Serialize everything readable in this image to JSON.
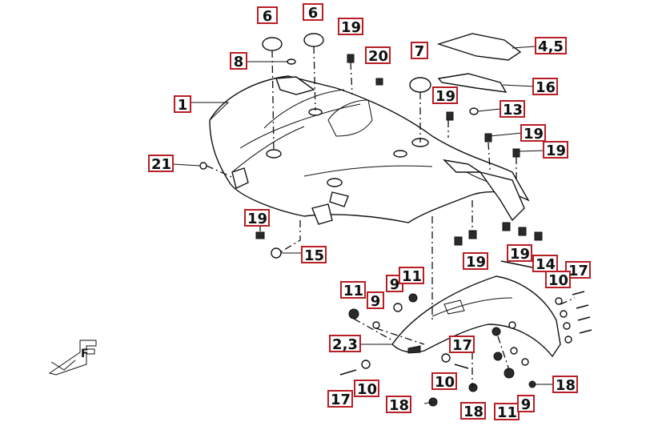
{
  "diagram": {
    "callouts": [
      {
        "id": "c-6a",
        "text": "6"
      },
      {
        "id": "c-6b",
        "text": "6"
      },
      {
        "id": "c-19-top",
        "text": "19"
      },
      {
        "id": "c-20",
        "text": "20"
      },
      {
        "id": "c-8",
        "text": "8"
      },
      {
        "id": "c-7",
        "text": "7"
      },
      {
        "id": "c-45",
        "text": "4,5"
      },
      {
        "id": "c-16",
        "text": "16"
      },
      {
        "id": "c-1",
        "text": "1"
      },
      {
        "id": "c-19-mid",
        "text": "19"
      },
      {
        "id": "c-13",
        "text": "13"
      },
      {
        "id": "c-19-r1",
        "text": "19"
      },
      {
        "id": "c-19-r2",
        "text": "19"
      },
      {
        "id": "c-21",
        "text": "21"
      },
      {
        "id": "c-19-left",
        "text": "19"
      },
      {
        "id": "c-15",
        "text": "15"
      },
      {
        "id": "c-19-low",
        "text": "19"
      },
      {
        "id": "c-19-low2",
        "text": "19"
      },
      {
        "id": "c-14",
        "text": "14"
      },
      {
        "id": "c-17-top",
        "text": "17"
      },
      {
        "id": "c-10-top",
        "text": "10"
      },
      {
        "id": "c-11-a",
        "text": "11"
      },
      {
        "id": "c-9-a",
        "text": "9"
      },
      {
        "id": "c-11-b",
        "text": "11"
      },
      {
        "id": "c-9-b",
        "text": "9"
      },
      {
        "id": "c-23",
        "text": "2,3"
      },
      {
        "id": "c-17-mid",
        "text": "17"
      },
      {
        "id": "c-10-mid",
        "text": "10"
      },
      {
        "id": "c-17-low",
        "text": "17"
      },
      {
        "id": "c-10-low",
        "text": "10"
      },
      {
        "id": "c-18-a",
        "text": "18"
      },
      {
        "id": "c-18-b",
        "text": "18"
      },
      {
        "id": "c-11-low",
        "text": "11"
      },
      {
        "id": "c-9-low",
        "text": "9"
      },
      {
        "id": "c-18-c",
        "text": "18"
      }
    ],
    "front_marker": "F"
  }
}
